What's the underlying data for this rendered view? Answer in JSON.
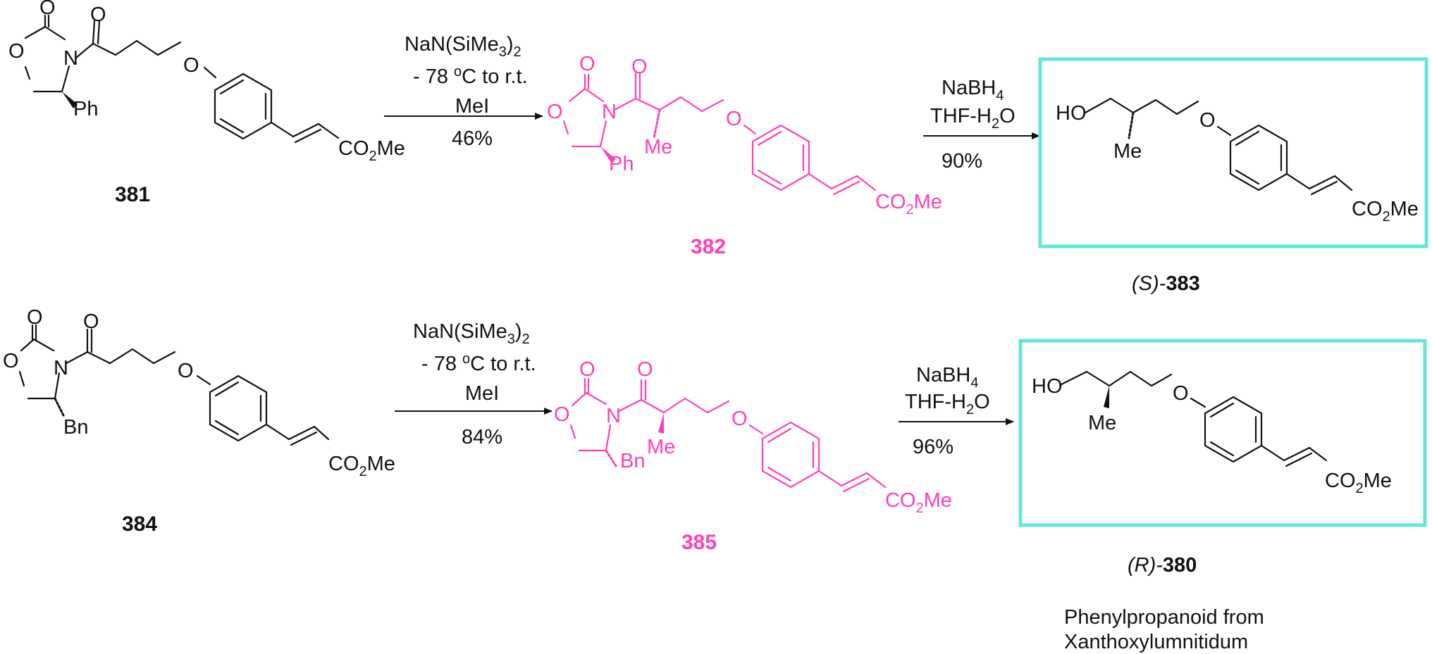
{
  "colors": {
    "text": "#111111",
    "intermediate": "#ff3fb8",
    "product_box": "#66e6d8"
  },
  "atoms": {
    "O": "O",
    "N": "N",
    "HO": "HO",
    "Ph": "Ph",
    "Bn": "Bn",
    "Me": "Me",
    "CO": "CO",
    "sub2": "2",
    "sub3": "3",
    "sub4": "4",
    "Me_ester": "Me"
  },
  "reactions": [
    {
      "start_label": "381",
      "intermediate_label": "382",
      "product_label_prefix": "(S)-",
      "product_label": "383",
      "step1": {
        "reagent_a": "NaN(SiMe",
        "reagent_a_tail": ")",
        "conditions_a": "- 78 ",
        "conditions_deg": "o",
        "conditions_b": "C to r.t.",
        "reagent_b": "MeI",
        "yield": "46%"
      },
      "step2": {
        "reagent_a": "NaBH",
        "reagent_b_pre": "THF-H",
        "reagent_b_post": "O",
        "yield": "90%"
      }
    },
    {
      "start_label": "384",
      "intermediate_label": "385",
      "product_label_prefix": "(R)-",
      "product_label": "380",
      "step1": {
        "reagent_a": "NaN(SiMe",
        "reagent_a_tail": ")",
        "conditions_a": "- 78 ",
        "conditions_deg": "o",
        "conditions_b": "C to r.t.",
        "reagent_b": "MeI",
        "yield": "84%"
      },
      "step2": {
        "reagent_a": "NaBH",
        "reagent_b_pre": "THF-H",
        "reagent_b_post": "O",
        "yield": "96%"
      }
    }
  ],
  "footnote": {
    "line1": "Phenylpropanoid from",
    "line2": "Xanthoxylumnitidum"
  }
}
